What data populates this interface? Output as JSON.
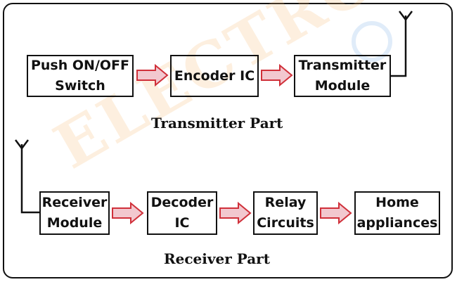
{
  "transmitter": {
    "blocks": [
      "Push ON/OFF\nSwitch",
      "Encoder  IC",
      "Transmitter\nModule"
    ],
    "caption": "Transmitter Part"
  },
  "receiver": {
    "blocks": [
      "Receiver\nModule",
      "Decoder\nIC",
      "Relay\nCircuits",
      "Home\nappliances"
    ],
    "caption": "Receiver Part"
  },
  "watermark": {
    "text": "ELECTRODUINO"
  },
  "colors": {
    "arrow_fill": "#f2c8cf",
    "arrow_stroke": "#d0303a",
    "line": "#111111"
  }
}
